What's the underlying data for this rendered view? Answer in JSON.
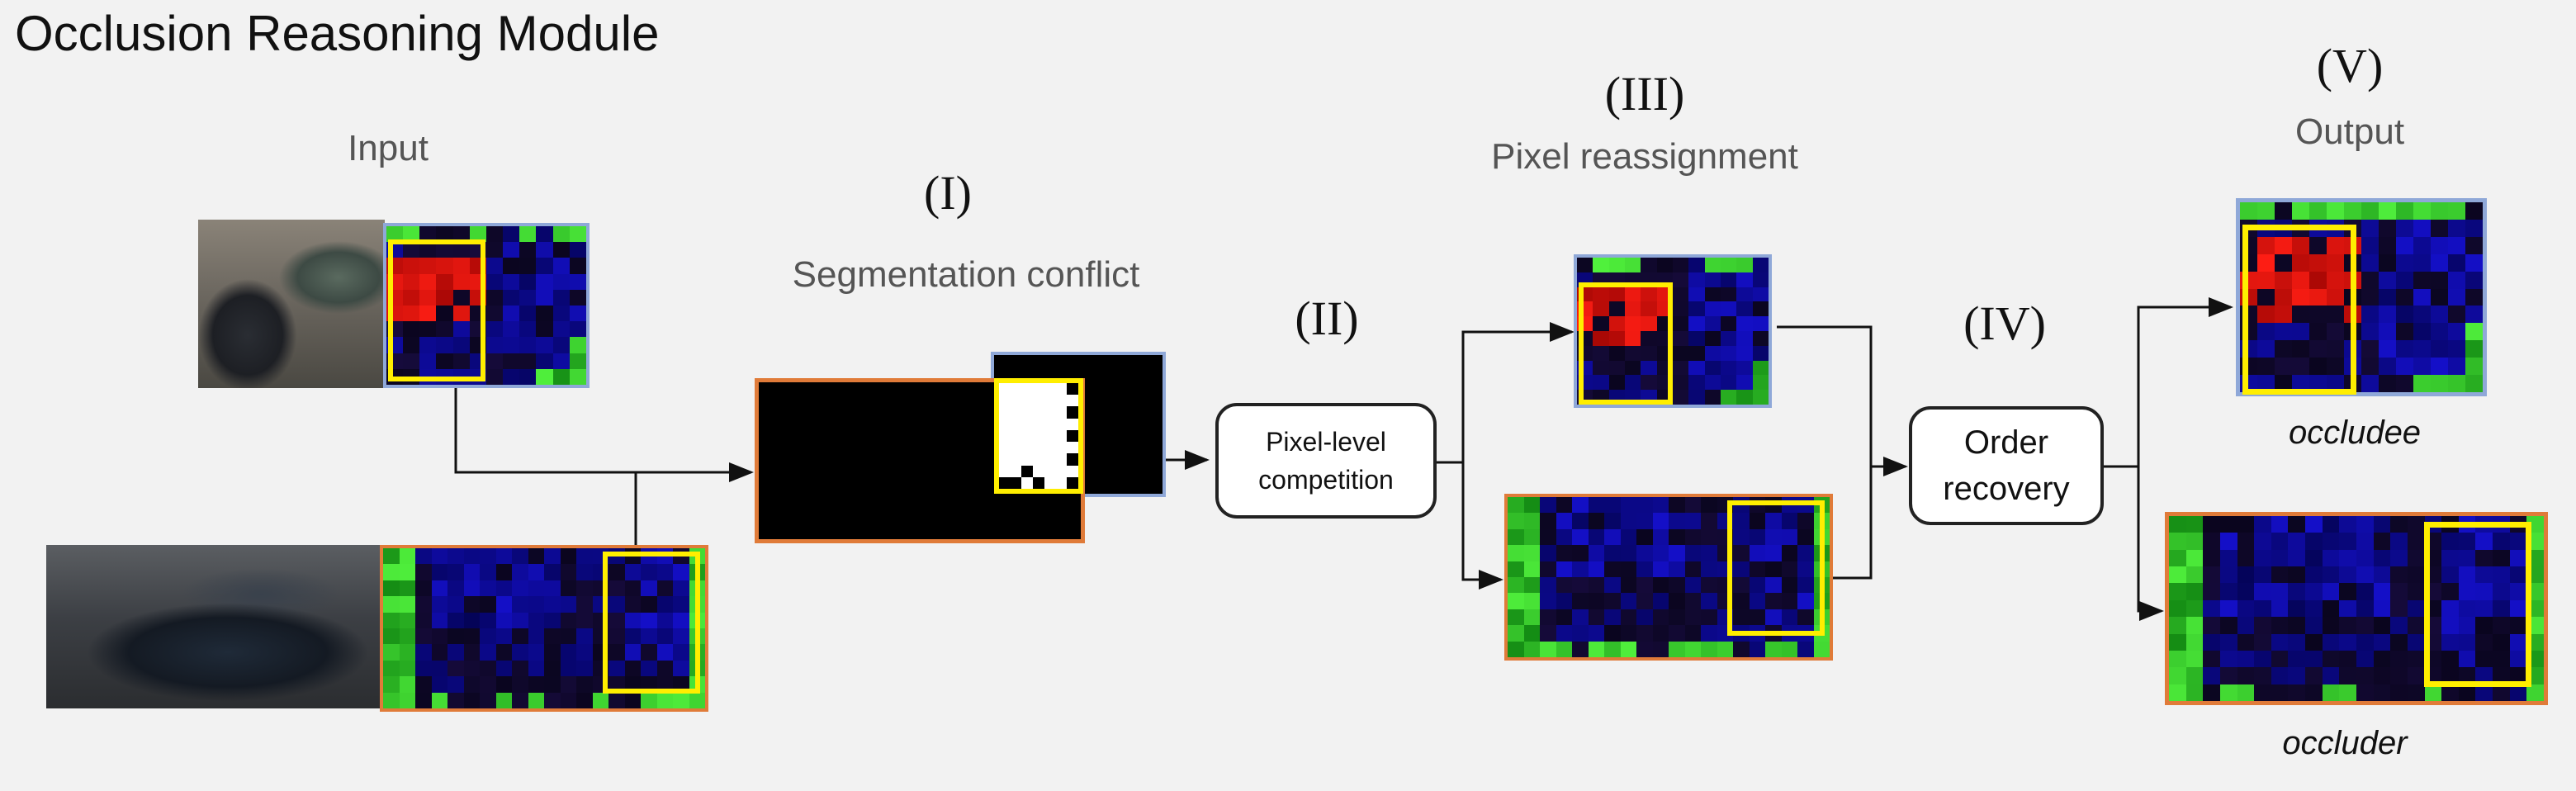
{
  "title": "Occlusion Reasoning Module",
  "labels": {
    "input": "Input",
    "seg_conflict": "Segmentation conflict",
    "pixel_reassign": "Pixel reassignment",
    "output": "Output",
    "occludee": "occludee",
    "occluder": "occluder"
  },
  "stages": {
    "i": "(I)",
    "ii": "(II)",
    "iii": "(III)",
    "iv": "(IV)",
    "v": "(V)"
  },
  "boxes": {
    "competition_line1": "Pixel-level",
    "competition_line2": "competition",
    "order_line1": "Order",
    "order_line2": "recovery"
  },
  "colors": {
    "occludee_border": "#8fa8d8",
    "occluder_border": "#e07b39",
    "highlight": "#ffee00",
    "background": "#f2f2f2"
  }
}
